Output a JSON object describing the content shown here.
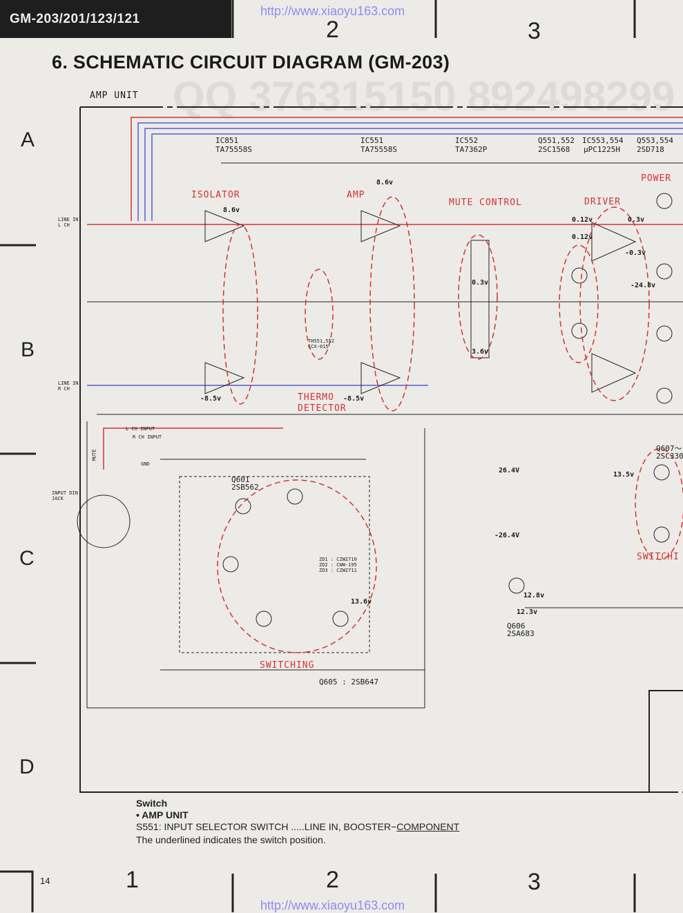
{
  "header": {
    "model": "GM-203/201/123/121",
    "url": "http://www.xiaoyu163.com",
    "page_number": "14"
  },
  "title": "6. SCHEMATIC CIRCUIT DIAGRAM (GM-203)",
  "watermark": "QQ 376315150   892498299",
  "unit_label": "AMP UNIT",
  "grid": {
    "columns": [
      "1",
      "2",
      "3"
    ],
    "rows": [
      "A",
      "B",
      "C",
      "D"
    ]
  },
  "parts": {
    "ic851": "IC851",
    "ic851_type": "TA75558S",
    "ic551": "IC551",
    "ic551_type": "TA75558S",
    "ic552": "IC552",
    "ic552_type": "TA7362P",
    "q551": "Q551,552",
    "q551_type": "2SC1568",
    "ic553": "IC553,554",
    "ic553_type": "μPC1225H",
    "q553": "Q553,554",
    "q553_type": "2SD718",
    "q601": "Q601",
    "q601_type": "2SB562",
    "q606": "Q606",
    "q606_type": "2SA683",
    "q605": "Q605 : 2SB647",
    "q607": "Q607～",
    "q607_type": "2SC330",
    "line_in_l": "LINE IN L CH",
    "line_in_r": "LINE IN R CH",
    "din": "INPUT DIN JACK",
    "l_input": "L CH INPUT",
    "r_input": "R CH INPUT",
    "mute": "MUTE",
    "gnd": "GND",
    "zd": "ZD1 : CZW2710  ZD2 : CWW-195  ZD3 : CZW2711",
    "th": "TH551,552 CCX-015"
  },
  "sections": {
    "isolator": "ISOLATOR",
    "amp": "AMP",
    "mute_control": "MUTE CONTROL",
    "driver": "DRIVER",
    "power": "POWER",
    "thermo": "THERMO",
    "detector": "DETECTOR",
    "switching": "SWITCHING",
    "switchi": "SWITCHI"
  },
  "voltages": {
    "v1": "8.6v",
    "v2": "8.6v",
    "v3": "-8.5v",
    "v4": "-8.5v",
    "v5": "0.3v",
    "v6": "3.6v",
    "v7": "0.12v",
    "v8": "0.12v",
    "v9": "0.3v",
    "v10": "-0.3v",
    "v11": "-24.8v",
    "v12": "26.4V",
    "v13": "-26.4V",
    "v14": "13.5v",
    "v15": "13.6v",
    "v16": "12.8v",
    "v17": "12.3v"
  },
  "notes": {
    "heading": "Switch",
    "unit": "• AMP UNIT",
    "line_prefix": "S551: INPUT SELECTOR SWITCH .....LINE IN, BOOSTER−",
    "line_underlined": "COMPONENT",
    "caption": "The underlined indicates the switch position."
  },
  "colors": {
    "red_wire": "#d8322c",
    "blue_wire": "#5a5ad0",
    "ink": "#1a1a1a",
    "highlight": "#d2332d"
  }
}
